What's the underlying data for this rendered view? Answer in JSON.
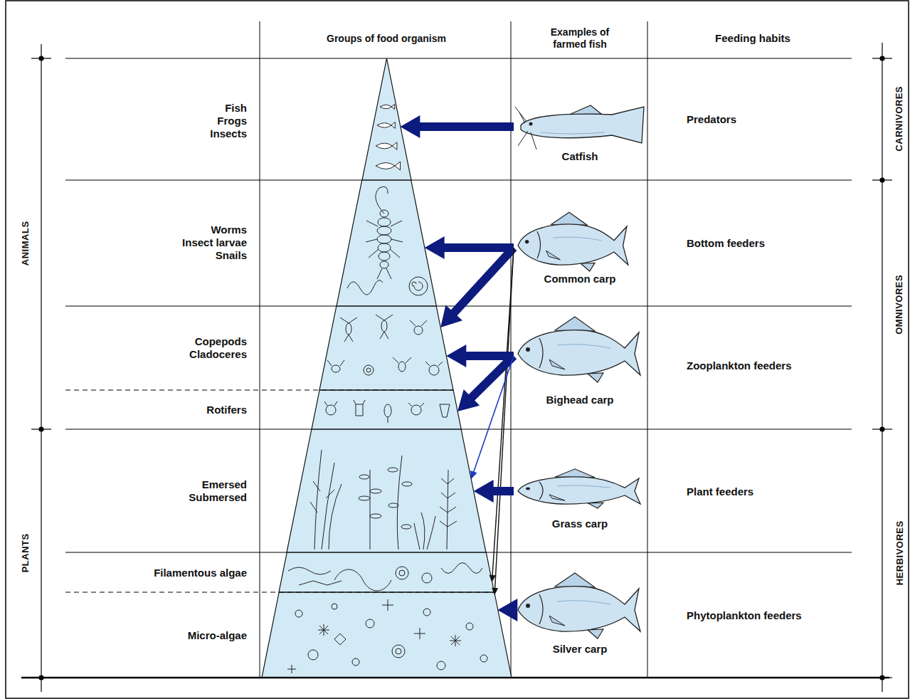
{
  "diagram": {
    "nodes": [
      {
        "text": [
          "Fish Frogs Insects"
        ]
      },
      {
        "text": [
          "Worms Insect larvae Snails"
        ]
      },
      {
        "text": [
          "Copepods Cladoceres"
        ]
      },
      {
        "text": [
          "Rotifers"
        ]
      },
      {
        "text": [
          "Emersed Submersed"
        ]
      },
      {
        "text": [
          "Filamentous algae"
        ]
      },
      {
        "text": [
          "Micro-algae"
        ]
      },
      {
        "text": [
          "Catfish"
        ]
      },
      {
        "text": [
          "Common carp"
        ]
      },
      {
        "text": [
          "Bighead carp"
        ]
      },
      {
        "text": [
          "Grass carp"
        ]
      },
      {
        "text": [
          "Silver carp"
        ]
      }
    ],
    "edges": [
      {
        "from": 7,
        "to": 0,
        "arrow": "to"
      },
      {
        "from": 8,
        "to": 1,
        "arrow": "to"
      },
      {
        "from": 8,
        "to": 2,
        "arrow": "to"
      },
      {
        "from": 8,
        "to": 5,
        "arrow": "to"
      },
      {
        "from": 8,
        "to": 6,
        "arrow": "to"
      },
      {
        "from": 9,
        "to": 2,
        "arrow": "to"
      },
      {
        "from": 9,
        "to": 3,
        "arrow": "to"
      },
      {
        "from": 9,
        "to": 4,
        "arrow": "to"
      },
      {
        "from": 10,
        "to": 4,
        "arrow": "to"
      },
      {
        "from": 11,
        "to": 6,
        "arrow": "to"
      }
    ],
    "labels": [
      "Groups of food organism",
      "Examples of farmed fish",
      "Feeding habits",
      "Predators",
      "Bottom feeders",
      "Zooplankton feeders",
      "Plant feeders",
      "Phytoplankton feeders",
      "ANIMALS",
      "PLANTS",
      "CARNIVORES",
      "OMNIVORES",
      "HERBIVORES"
    ]
  }
}
